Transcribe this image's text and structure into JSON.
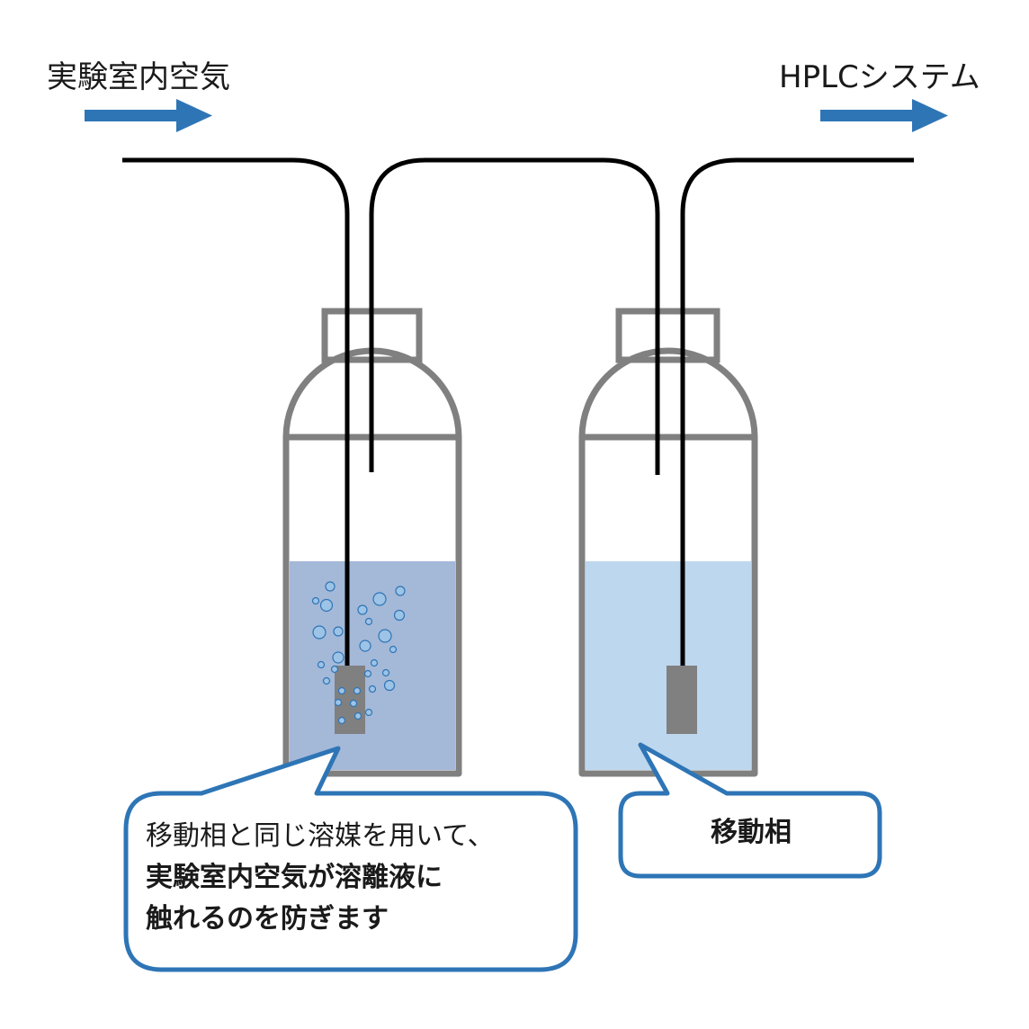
{
  "labels": {
    "left_inlet": "実験室内空気",
    "right_outlet": "HPLCシステム"
  },
  "callouts": {
    "left": {
      "line1": "移動相と同じ溶媒を用いて、",
      "line2": "実験室内空気が溶離液に",
      "line3": "触れるのを防ぎます"
    },
    "right": {
      "text": "移動相"
    }
  },
  "colors": {
    "arrow": "#2e75b6",
    "tube": "#000000",
    "bottle_outline": "#808080",
    "liquid_left": "#a4b8d8",
    "liquid_right": "#bdd7ee",
    "bubble_fill": "#9dc3e6",
    "bubble_stroke": "#2e75b6",
    "filter": "#808080",
    "callout_border": "#2e75b6"
  },
  "icons": {
    "inlet_arrow": "arrow-right-icon",
    "outlet_arrow": "arrow-right-icon"
  }
}
